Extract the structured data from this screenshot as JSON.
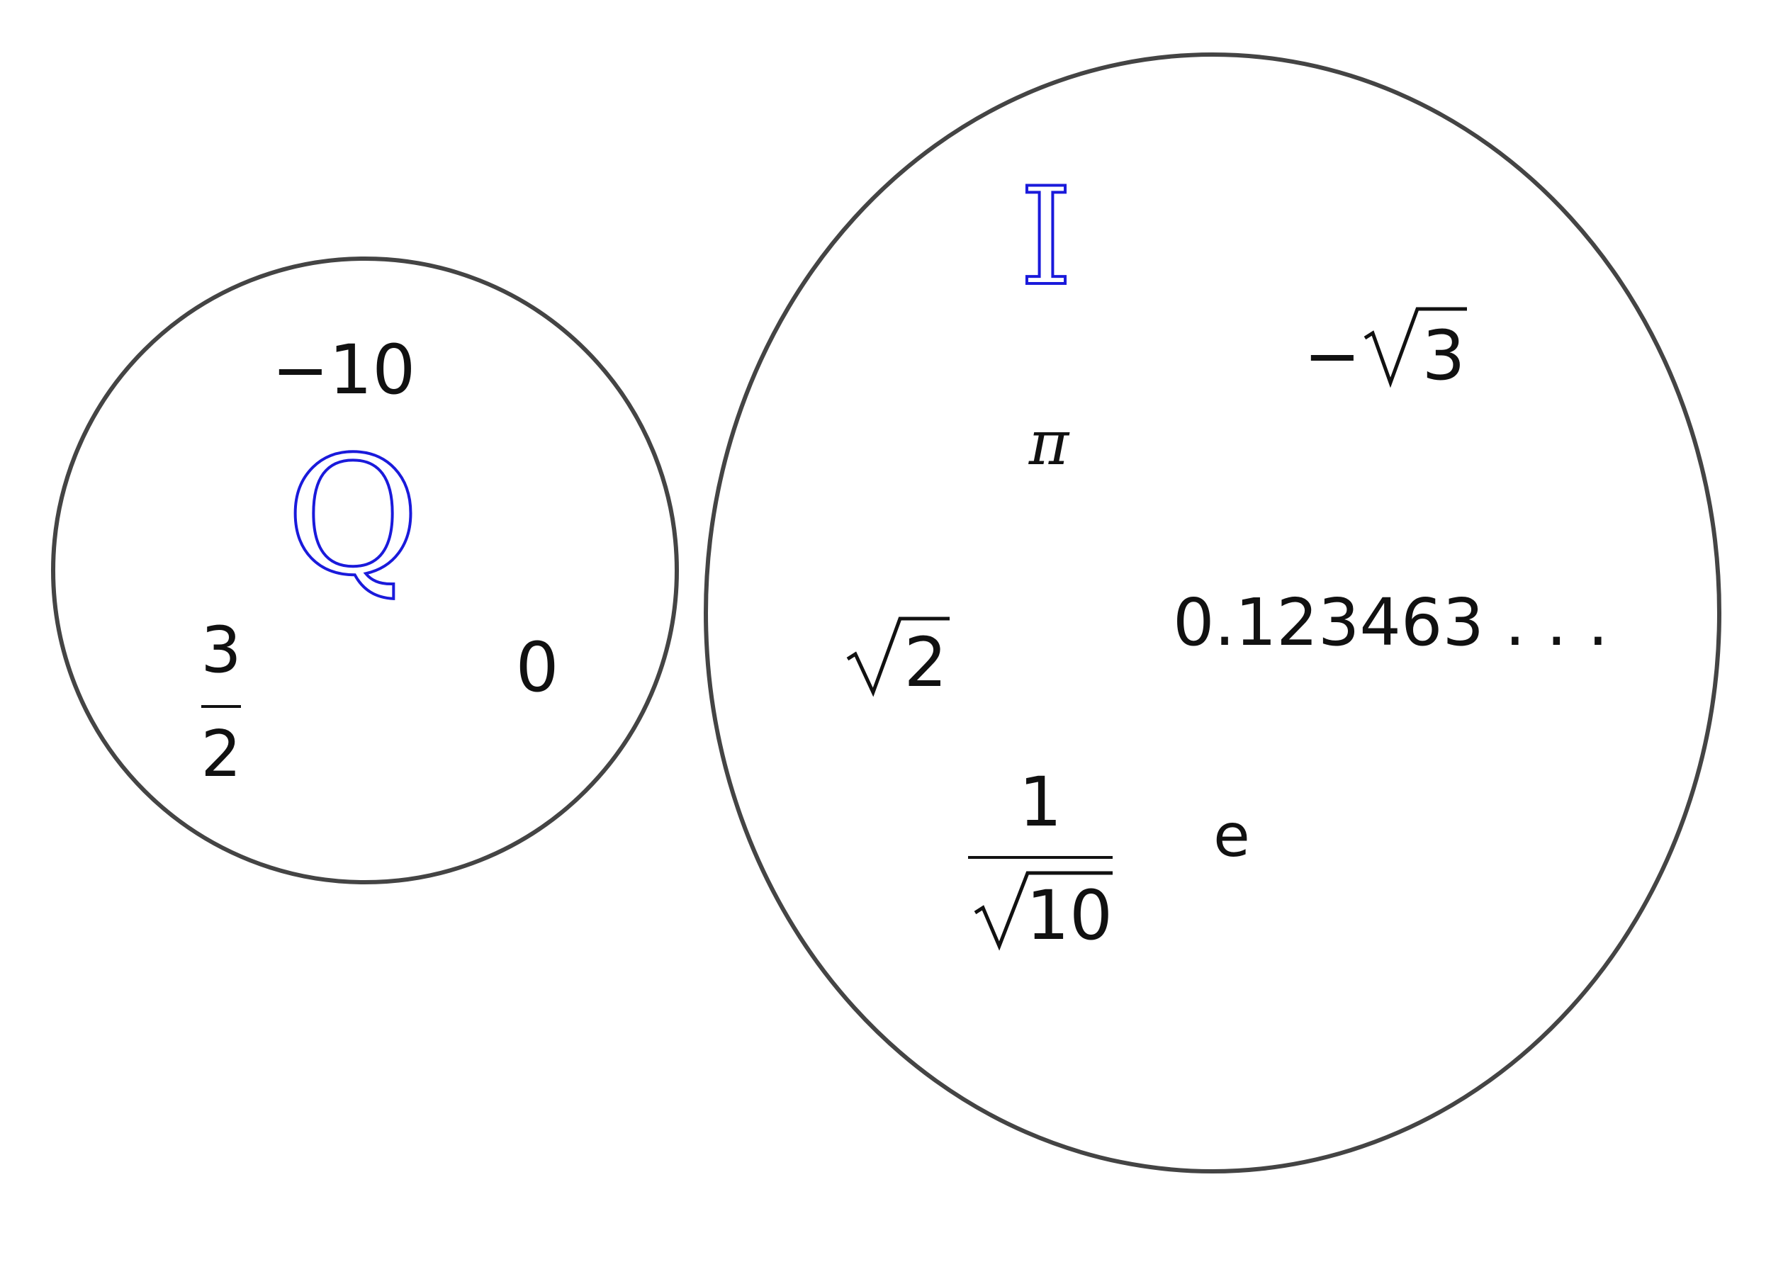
{
  "colors": {
    "outline": "#444444",
    "text": "#111111",
    "set_symbol": "#1a1adb"
  },
  "rationals": {
    "symbol": "Q",
    "elements": {
      "neg_ten": "−10",
      "three_halves_num": "3",
      "three_halves_den": "2",
      "zero": "0"
    }
  },
  "irrationals": {
    "symbol": "I",
    "elements": {
      "neg_sqrt3_sign": "−",
      "neg_sqrt3_radicand": "3",
      "pi": "π",
      "sqrt2_radicand": "2",
      "decimal": "0.123463 . . .",
      "recip_num": "1",
      "recip_radicand": "10",
      "e": "e"
    }
  }
}
